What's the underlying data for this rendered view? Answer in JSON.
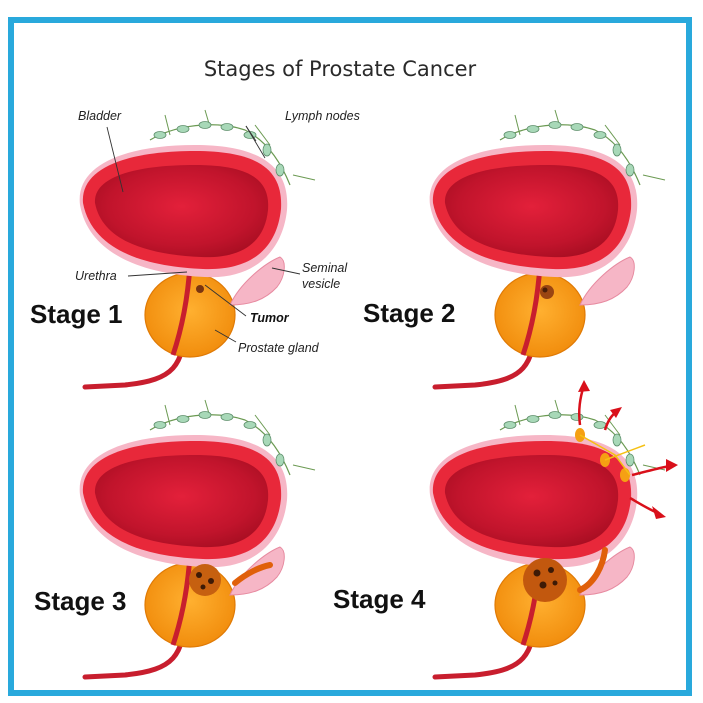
{
  "title": "Stages of Prostate Cancer",
  "labels": {
    "bladder": "Bladder",
    "lymph_nodes": "Lymph nodes",
    "urethra": "Urethra",
    "seminal_line1": "Seminal",
    "seminal_line2": "vesicle",
    "tumor": "Tumor",
    "prostate": "Prostate gland"
  },
  "stages": [
    "Stage 1",
    "Stage 2",
    "Stage 3",
    "Stage 4"
  ],
  "colors": {
    "border": "#29a9dc",
    "bladder_outer": "#e8283a",
    "bladder_inner": "#c0142a",
    "prostate": "#f5930f",
    "seminal": "#f6b6c6",
    "lymph": "#a8d8b8",
    "tumor": "#7a3510",
    "spread_arrow": "#d9101a"
  }
}
